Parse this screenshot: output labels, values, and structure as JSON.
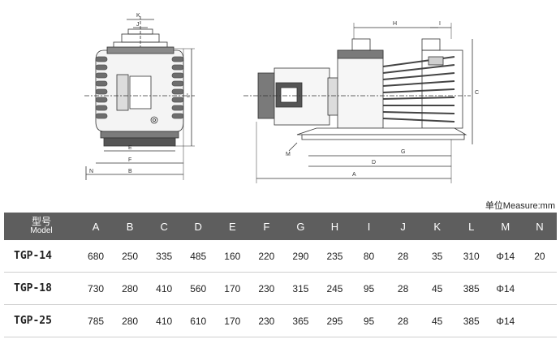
{
  "drawing": {
    "front_view_labels": {
      "k": "K",
      "j": "J",
      "e": "E",
      "f": "F",
      "b": "B",
      "n": "N",
      "l": "L"
    },
    "side_view_labels": {
      "h": "H",
      "i": "I",
      "c": "C",
      "m": "M",
      "g": "G",
      "d": "D",
      "a": "A"
    }
  },
  "unit_note": "单位Measure:mm",
  "table": {
    "model_header_cn": "型号",
    "model_header_en": "Model",
    "columns": [
      "A",
      "B",
      "C",
      "D",
      "E",
      "F",
      "G",
      "H",
      "I",
      "J",
      "K",
      "L",
      "M",
      "N"
    ],
    "rows": [
      {
        "model": "TGP-14",
        "values": [
          "680",
          "250",
          "335",
          "485",
          "160",
          "220",
          "290",
          "235",
          "80",
          "28",
          "35",
          "310",
          "Φ14",
          "20"
        ]
      },
      {
        "model": "TGP-18",
        "values": [
          "730",
          "280",
          "410",
          "560",
          "170",
          "230",
          "315",
          "245",
          "95",
          "28",
          "45",
          "385",
          "Φ14",
          ""
        ]
      },
      {
        "model": "TGP-25",
        "values": [
          "785",
          "280",
          "410",
          "610",
          "170",
          "230",
          "365",
          "295",
          "95",
          "28",
          "45",
          "385",
          "Φ14",
          ""
        ]
      }
    ]
  }
}
